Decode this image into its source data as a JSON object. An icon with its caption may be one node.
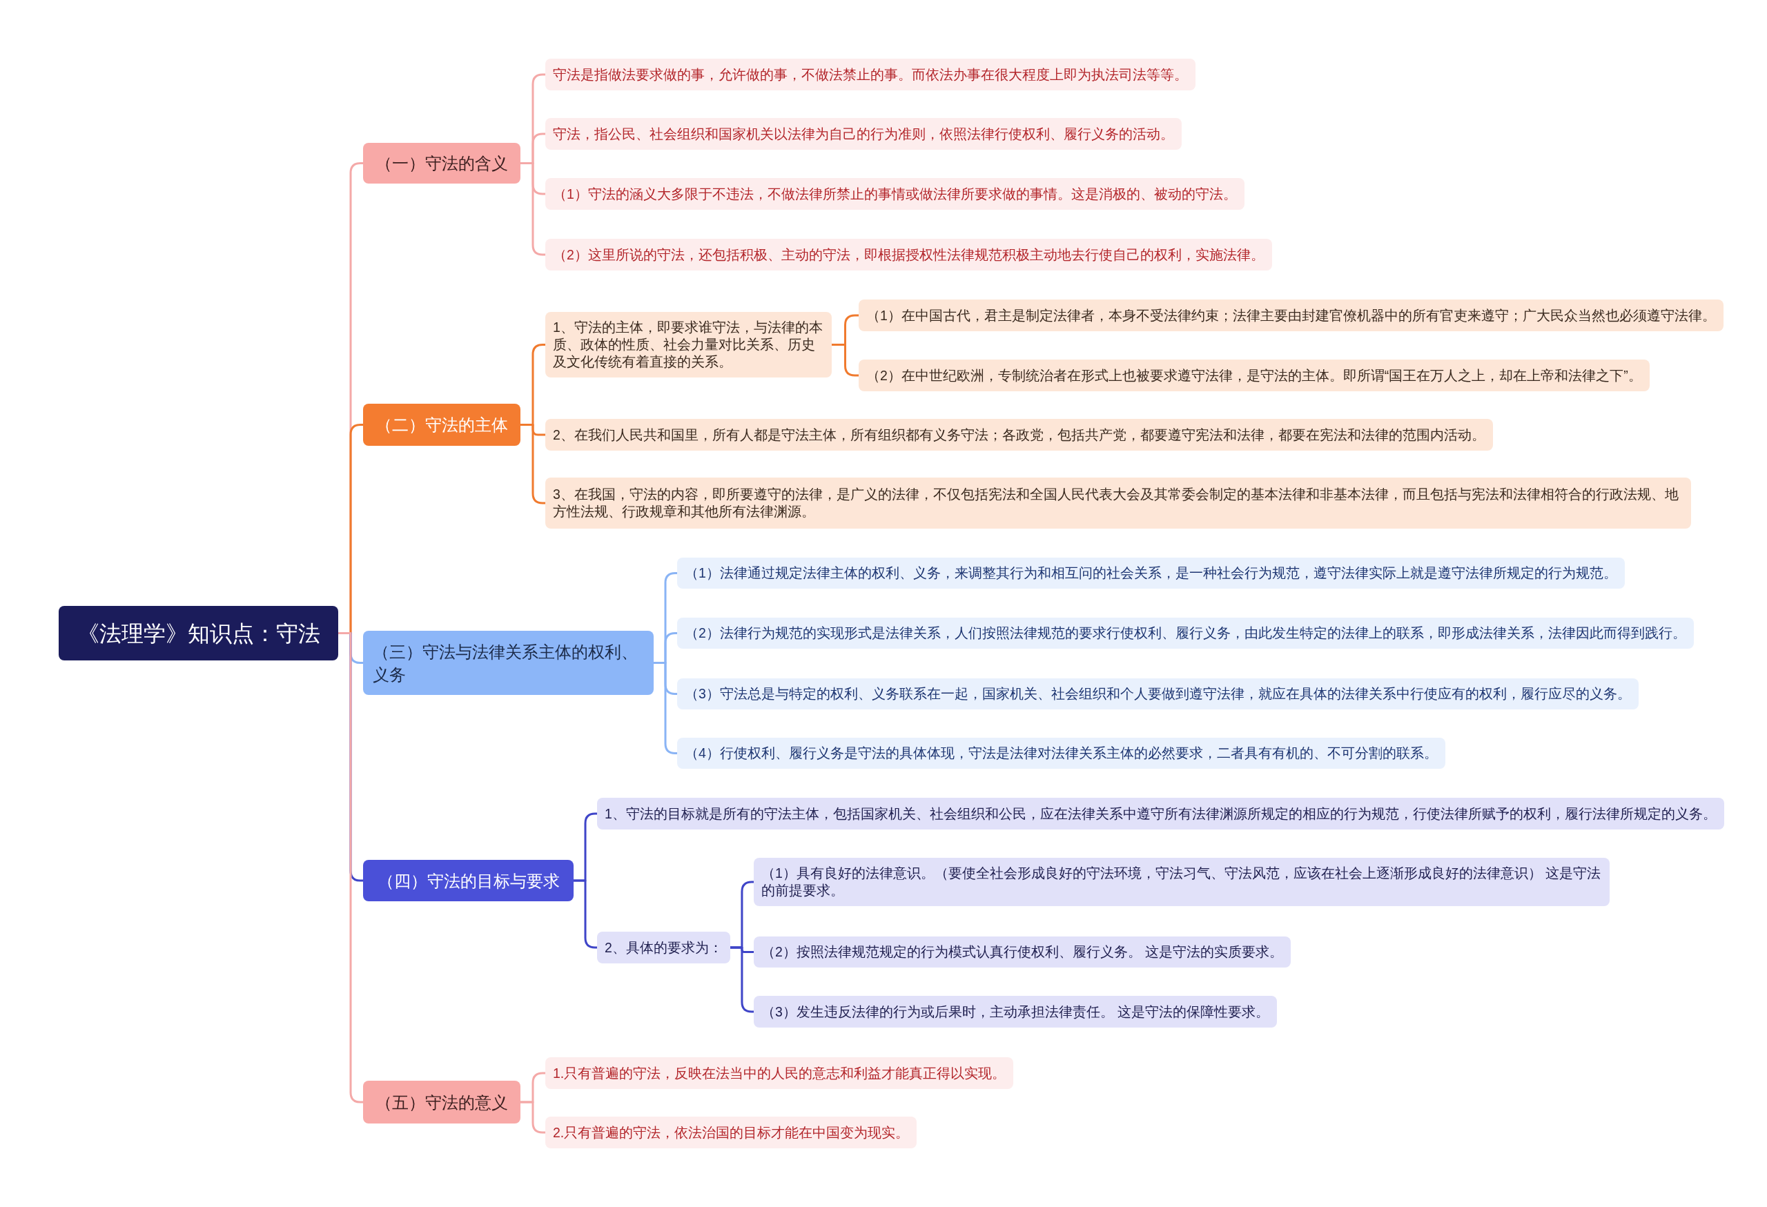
{
  "diagram": {
    "nodes": [
      {
        "text": [
          "《法理学》知识点：守法"
        ]
      },
      {
        "text": [
          "（一）守法的含义"
        ]
      },
      {
        "text": [
          "守法是指做法要求做的事，允许做的事，不做法禁止的事。而依法办事在很大程度上即为执法司法等等。"
        ]
      },
      {
        "text": [
          "守法，指公民、社会组织和国家机关以法律为自己的行为准则，依照法律行使权利、履行义务的活动。"
        ]
      },
      {
        "text": [
          "（1）守法的涵义大多限于不违法，不做法律所禁止的事情或做法律所要求做的事情。这是消极的、被动的守法。"
        ]
      },
      {
        "text": [
          "（2）这里所说的守法，还包括积极、主动的守法，即根据授权性法律规范积极主动地去行使自己的权利，实施法律。"
        ]
      },
      {
        "text": [
          "（二）守法的主体"
        ]
      },
      {
        "text": [
          "1、守法的主体，即要求谁守法，与法律的本质、政体的性质、社会力量对比关系、历史及文化传统有着直接的关系。"
        ]
      },
      {
        "text": [
          "（1）在中国古代，君主是制定法律者，本身不受法律约束；法律主要由封建官僚机器中的所有官吏来遵守；广大民众当然也必须遵守法律。"
        ]
      },
      {
        "text": [
          "（2）在中世纪欧洲，专制统治者在形式上也被要求遵守法律，是守法的主体。即所谓“国王在万人之上，却在上帝和法律之下”。"
        ]
      },
      {
        "text": [
          "2、在我们人民共和国里，所有人都是守法主体，所有组织都有义务守法；各政党，包括共产党，都要遵守宪法和法律，都要在宪法和法律的范围内活动。"
        ]
      },
      {
        "text": [
          "3、在我国，守法的内容，即所要遵守的法律，是广义的法律，不仅包括宪法和全国人民代表大会及其常委会制定的基本法律和非基本法律，而且包括与宪法和法律相符合的行政法规、地方性法规、行政规章和其他所有法律渊源。"
        ]
      },
      {
        "text": [
          "（三）守法与法律关系主体的权利、义务"
        ]
      },
      {
        "text": [
          "（1）法律通过规定法律主体的权利、义务，来调整其行为和相互问的社会关系，是一种社会行为规范，遵守法律实际上就是遵守法律所规定的行为规范。"
        ]
      },
      {
        "text": [
          "（2）法律行为规范的实现形式是法律关系，人们按照法律规范的要求行使权利、履行义务，由此发生特定的法律上的联系，即形成法律关系，法律因此而得到践行。"
        ]
      },
      {
        "text": [
          "（3）守法总是与特定的权利、义务联系在一起，国家机关、社会组织和个人要做到遵守法律，就应在具体的法律关系中行使应有的权利，履行应尽的义务。"
        ]
      },
      {
        "text": [
          "（4）行使权利、履行义务是守法的具体体现，守法是法律对法律关系主体的必然要求，二者具有有机的、不可分割的联系。"
        ]
      },
      {
        "text": [
          "（四）守法的目标与要求"
        ]
      },
      {
        "text": [
          "1、守法的目标就是所有的守法主体，包括国家机关、社会组织和公民，应在法律关系中遵守所有法律渊源所规定的相应的行为规范，行使法律所赋予的权利，履行法律所规定的义务。"
        ]
      },
      {
        "text": [
          "2、具体的要求为："
        ]
      },
      {
        "text": [
          "（1）具有良好的法律意识。（要使全社会形成良好的守法环境，守法习气、守法风范，应该在社会上逐渐形成良好的法律意识） 这是守法的前提要求。"
        ]
      },
      {
        "text": [
          "（2）按照法律规范规定的行为模式认真行使权利、履行义务。 这是守法的实质要求。"
        ]
      },
      {
        "text": [
          "（3）发生违反法律的行为或后果时，主动承担法律责任。 这是守法的保障性要求。"
        ]
      },
      {
        "text": [
          "（五）守法的意义"
        ]
      },
      {
        "text": [
          "1.只有普遍的守法，反映在法当中的人民的意志和利益才能真正得以实现。"
        ]
      },
      {
        "text": [
          "2.只有普遍的守法，依法治国的目标才能在中国变为现实。"
        ]
      }
    ],
    "edges": [
      {
        "from": 0,
        "to": 1,
        "arrow": "none"
      },
      {
        "from": 1,
        "to": 2,
        "arrow": "none"
      },
      {
        "from": 1,
        "to": 3,
        "arrow": "none"
      },
      {
        "from": 1,
        "to": 4,
        "arrow": "none"
      },
      {
        "from": 1,
        "to": 5,
        "arrow": "none"
      },
      {
        "from": 0,
        "to": 6,
        "arrow": "none",
        "color": "#f07a2e"
      },
      {
        "from": 6,
        "to": 7,
        "arrow": "none",
        "color": "#f07a2e"
      },
      {
        "from": 7,
        "to": 8,
        "arrow": "none",
        "color": "#f07a2e"
      },
      {
        "from": 7,
        "to": 9,
        "arrow": "none",
        "color": "#f07a2e"
      },
      {
        "from": 6,
        "to": 10,
        "arrow": "none",
        "color": "#f07a2e"
      },
      {
        "from": 6,
        "to": 11,
        "arrow": "none",
        "color": "#f07a2e"
      },
      {
        "from": 0,
        "to": 12,
        "arrow": "none",
        "color": "#8ab4f5"
      },
      {
        "from": 12,
        "to": 13,
        "arrow": "none",
        "color": "#8ab4f5"
      },
      {
        "from": 12,
        "to": 14,
        "arrow": "none",
        "color": "#8ab4f5"
      },
      {
        "from": 12,
        "to": 15,
        "arrow": "none",
        "color": "#8ab4f5"
      },
      {
        "from": 12,
        "to": 16,
        "arrow": "none",
        "color": "#8ab4f5"
      },
      {
        "from": 0,
        "to": 17,
        "arrow": "none",
        "color": "#3f45c8"
      },
      {
        "from": 17,
        "to": 18,
        "arrow": "none",
        "color": "#3f45c8"
      },
      {
        "from": 17,
        "to": 19,
        "arrow": "none",
        "color": "#3f45c8"
      },
      {
        "from": 19,
        "to": 20,
        "arrow": "none",
        "color": "#3f45c8"
      },
      {
        "from": 19,
        "to": 21,
        "arrow": "none",
        "color": "#3f45c8"
      },
      {
        "from": 19,
        "to": 22,
        "arrow": "none",
        "color": "#3f45c8"
      },
      {
        "from": 0,
        "to": 23,
        "arrow": "none"
      },
      {
        "from": 23,
        "to": 24,
        "arrow": "none"
      },
      {
        "from": 23,
        "to": 25,
        "arrow": "none"
      }
    ]
  }
}
